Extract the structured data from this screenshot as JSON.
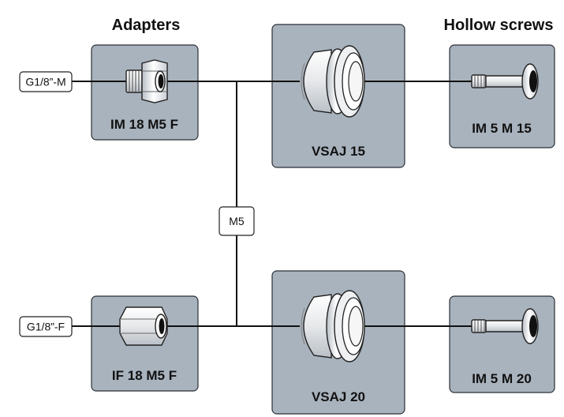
{
  "headers": {
    "adapters": "Adapters",
    "hollow_screws": "Hollow screws"
  },
  "port_tags": {
    "male_thread": "G1/8”-M",
    "female_thread": "G1/8”-F",
    "junction_thread": "M5"
  },
  "parts": {
    "adapter_top": "IM 18 M5 F",
    "adapter_bottom": "IF 18 M5 F",
    "cup_top": "VSAJ 15",
    "cup_bottom": "VSAJ 20",
    "screw_top": "IM 5 M 15",
    "screw_bottom": "IM 5 M 20"
  },
  "colors": {
    "panel": "#a9b3be",
    "metal_light": "#f4f4f4",
    "metal_shade": "#c9cfd6",
    "wire": "#111111"
  }
}
